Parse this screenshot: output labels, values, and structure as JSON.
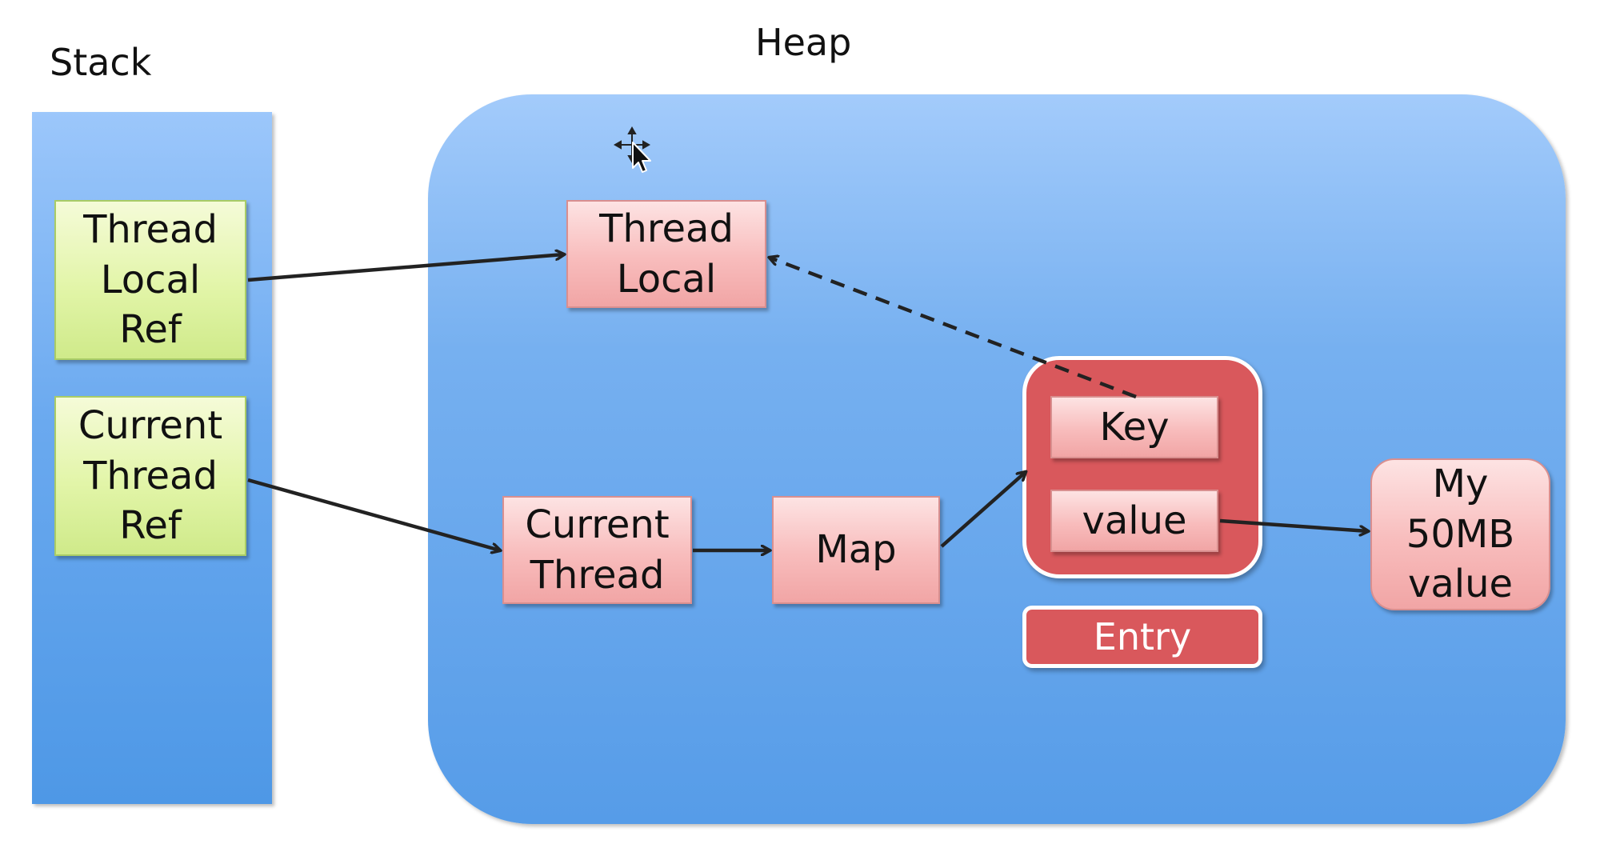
{
  "titles": {
    "stack": "Stack",
    "heap": "Heap"
  },
  "stack": {
    "thread_local_ref": [
      "Thread",
      "Local",
      "Ref"
    ],
    "current_thread_ref": [
      "Current",
      "Thread",
      "Ref"
    ]
  },
  "heap": {
    "thread_local": [
      "Thread",
      "Local"
    ],
    "current_thread": [
      "Current",
      "Thread"
    ],
    "map": "Map",
    "entry": {
      "key": "Key",
      "value": "value",
      "label": "Entry"
    },
    "my_value": [
      "My",
      "50MB",
      "value"
    ]
  },
  "colors": {
    "stack_fill": "#6aa9ef",
    "heap_fill": "#76b0f0",
    "stack_node": "#e2f5a8",
    "heap_node": "#f8bcbc",
    "entry_fill": "#d9585c",
    "arrow": "#222222"
  },
  "icons": {
    "cursor": "move-cursor-icon"
  }
}
